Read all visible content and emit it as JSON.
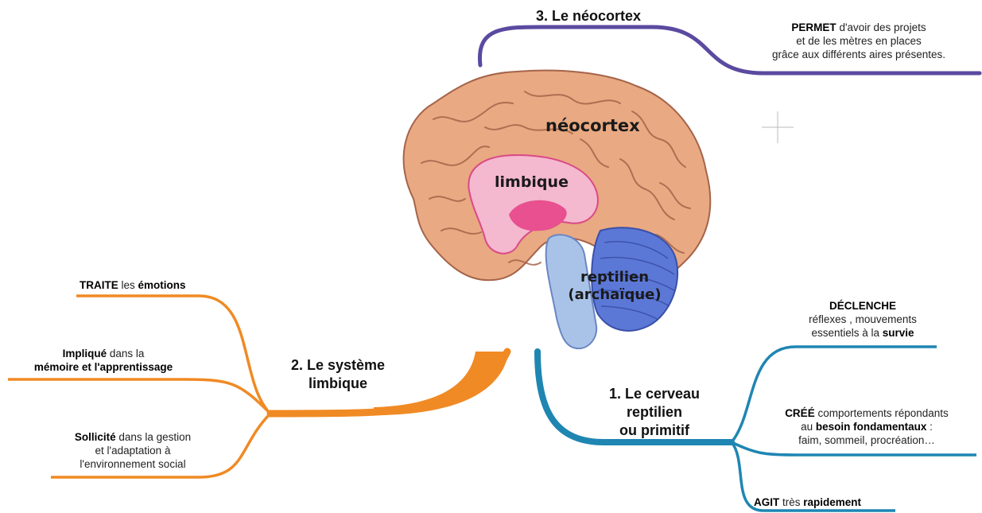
{
  "colors": {
    "neocortex_branch": "#5b4aa0",
    "limbic_branch": "#f08a24",
    "reptilian_branch": "#1f86b2",
    "brain_tan": "#e9a982",
    "brain_fold": "#a5644a",
    "limbic_pink": "#e8508f",
    "cerebellum_blue": "#5c78d6"
  },
  "brain": {
    "label_neocortex": "néocortex",
    "label_limbic": "limbique",
    "label_reptilian_1": "reptilien",
    "label_reptilian_2": "(archaïque)"
  },
  "neocortex": {
    "title": "3. Le néocortex",
    "leaf": {
      "bold": "PERMET",
      "line1_rest": " d'avoir des projets",
      "line2": "et de les mètres en places",
      "line3": "grâce aux différents aires présentes."
    }
  },
  "limbic": {
    "title_line1": "2. Le système",
    "title_line2": "limbique",
    "leaf1": {
      "bold1": "TRAITE",
      "mid": " les ",
      "bold2": "émotions"
    },
    "leaf2": {
      "bold1": "Impliqué",
      "rest": " dans la",
      "bold2": "mémoire et l'apprentissage"
    },
    "leaf3": {
      "bold1": "Sollicité",
      "rest": " dans la gestion",
      "line2": "et l'adaptation à",
      "line3": "l'environnement social"
    }
  },
  "reptilian": {
    "title_line1": "1. Le cerveau",
    "title_line2": "reptilien",
    "title_line3": "ou primitif",
    "leaf1": {
      "bold1": "DÉCLENCHE",
      "line2": "réflexes , mouvements",
      "line3_a": "essentiels à la ",
      "line3_bold": "survie"
    },
    "leaf2": {
      "bold1": "CRÉÉ",
      "rest": " comportements répondants",
      "line2_a": "au ",
      "line2_bold": "besoin fondamentaux",
      "line2_b": " :",
      "line3": "faim, sommeil, procréation…"
    },
    "leaf3": {
      "bold1": "AGIT",
      "mid": " très ",
      "bold2": "rapidement"
    }
  }
}
